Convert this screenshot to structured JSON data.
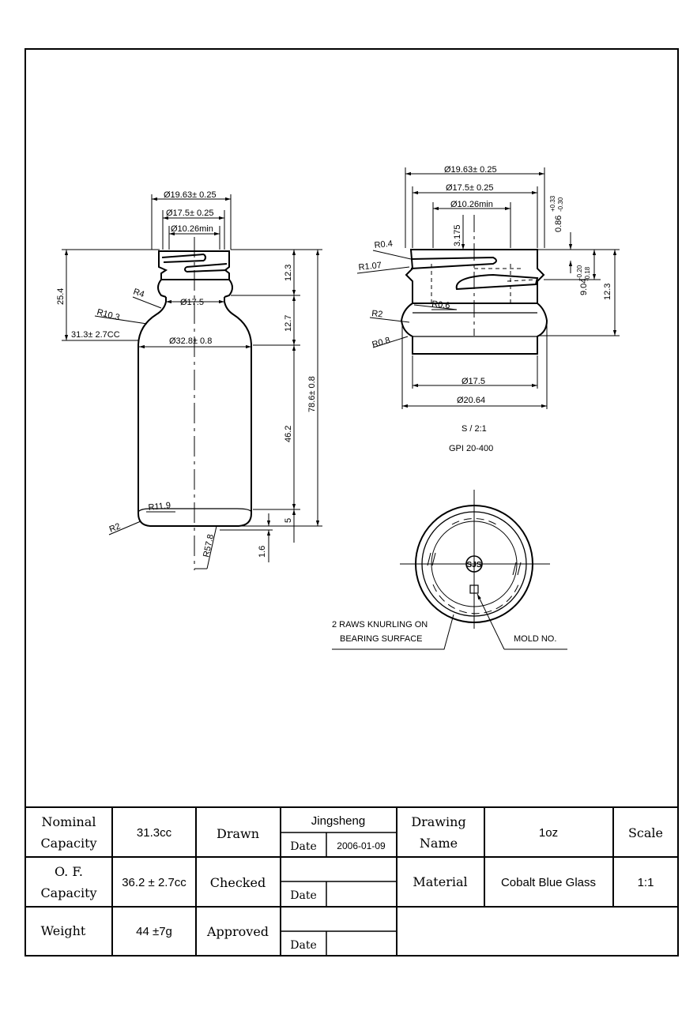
{
  "drawing": {
    "bottle": {
      "d_outer": "Ø19.63± 0.25",
      "d_mid": "Ø17.5± 0.25",
      "d_inner": "Ø10.26min",
      "h_254": "25.4",
      "h_123": "12.3",
      "h_127": "12.7",
      "h_462": "46.2",
      "h_786": "78.6± 0.8",
      "h_5": "5",
      "h_16": "1.6",
      "r4": "R4",
      "r103": "R10.3",
      "d_neck": "Ø17.5",
      "d_body": "Ø32.8± 0.8",
      "cap": "31.3± 2.7CC",
      "r119": "R11.9",
      "r2": "R2",
      "r578": "R57.8"
    },
    "finish": {
      "d_outer": "Ø19.63± 0.25",
      "d_mid": "Ø17.5± 0.25",
      "d_inner": "Ø10.26min",
      "h_3175": "3.175",
      "t_086": "0.86",
      "t_086_up": "+0.33",
      "t_086_lo": "-0.30",
      "r04": "R0.4",
      "r107": "R1.07",
      "t_904": "9.04",
      "t_904_up": "+0.20",
      "t_904_lo": "-0.18",
      "h_123": "12.3",
      "r06": "R0.6",
      "r2": "R2",
      "r08": "R0.8",
      "d_175": "Ø17.5",
      "d_2064": "Ø20.64",
      "scale_note": "S / 2:1",
      "gpi": "GPI 20-400"
    },
    "bottom": {
      "logo": "SJS",
      "knurl_1": "2 RAWS KNURLING ON",
      "knurl_2": "BEARING SURFACE",
      "mold": "MOLD NO."
    }
  },
  "title_block": {
    "nominal_capacity_1": "Nominal",
    "nominal_capacity_2": "Capacity",
    "nominal_capacity_value": "31.3cc",
    "drawn_label": "Drawn",
    "drawn_by": "Jingsheng",
    "date_label": "Date",
    "drawn_date": "2006-01-09",
    "drawing_name_1": "Drawing",
    "drawing_name_2": "Name",
    "drawing_name_value": "1oz",
    "scale_label": "Scale",
    "of_capacity_1": "O. F.",
    "of_capacity_2": "Capacity",
    "of_capacity_value": "36.2 ± 2.7cc",
    "checked_label": "Checked",
    "material_label": "Material",
    "material_value": "Cobalt Blue Glass",
    "scale_value": "1:1",
    "weight_label": "Weight",
    "weight_value": "44 ±7g",
    "approved_label": "Approved"
  }
}
